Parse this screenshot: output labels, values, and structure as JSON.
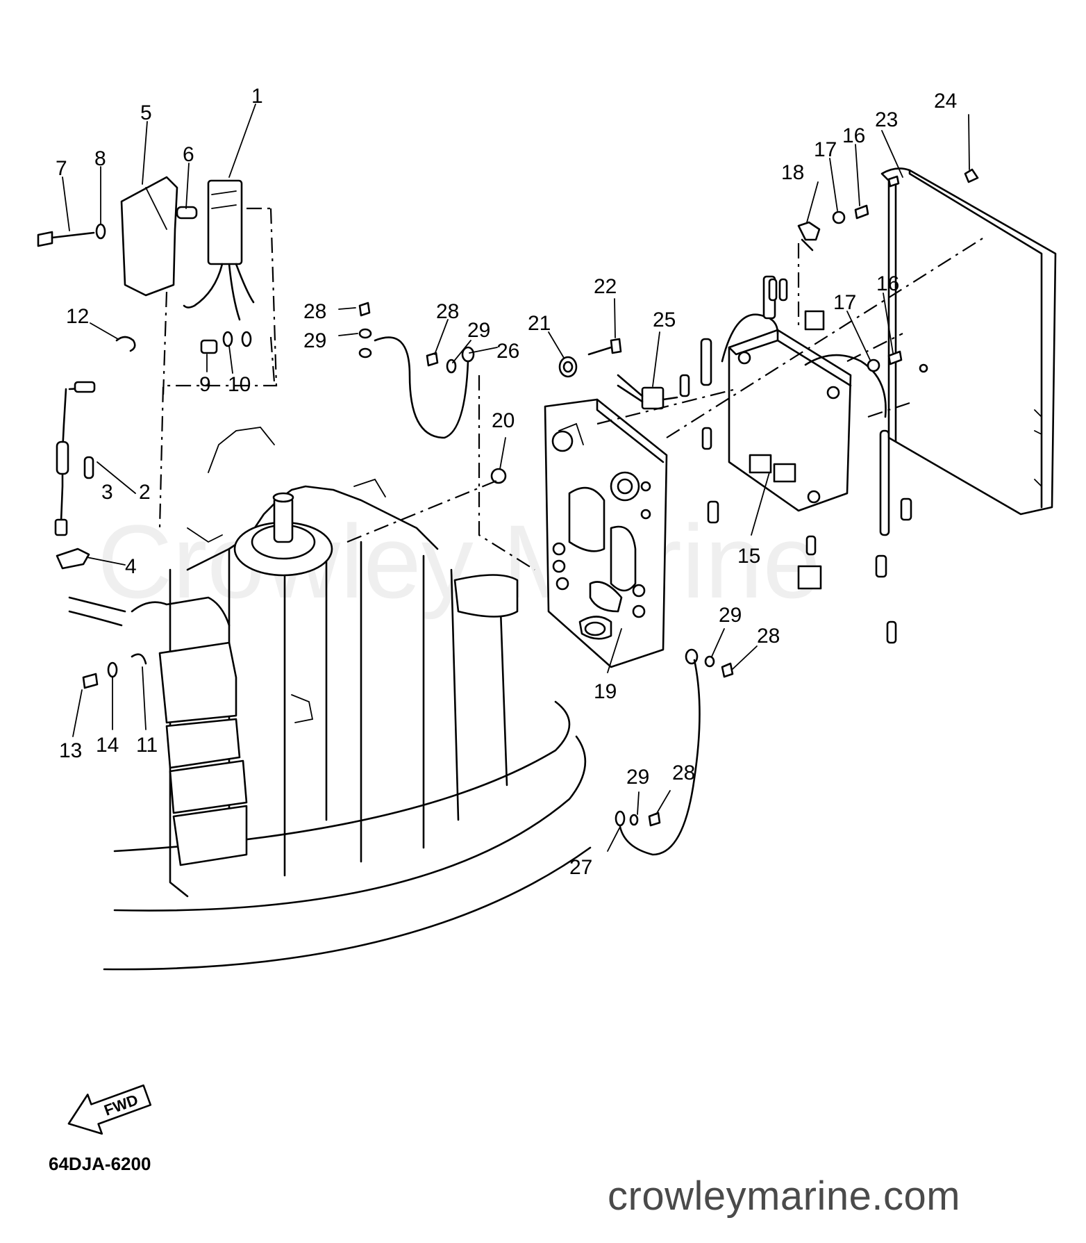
{
  "diagram": {
    "watermark": "Crowley Marine",
    "code": "64DJA-6200",
    "fwd_label": "FWD",
    "site_url": "crowleymarine.com",
    "callouts": [
      {
        "id": "c1",
        "text": "1"
      },
      {
        "id": "c2",
        "text": "2"
      },
      {
        "id": "c3",
        "text": "3"
      },
      {
        "id": "c4",
        "text": "4"
      },
      {
        "id": "c5",
        "text": "5"
      },
      {
        "id": "c6",
        "text": "6"
      },
      {
        "id": "c7",
        "text": "7"
      },
      {
        "id": "c8",
        "text": "8"
      },
      {
        "id": "c9",
        "text": "9"
      },
      {
        "id": "c10",
        "text": "10"
      },
      {
        "id": "c11",
        "text": "11"
      },
      {
        "id": "c12",
        "text": "12"
      },
      {
        "id": "c13",
        "text": "13"
      },
      {
        "id": "c14",
        "text": "14"
      },
      {
        "id": "c15",
        "text": "15"
      },
      {
        "id": "c16a",
        "text": "16"
      },
      {
        "id": "c16b",
        "text": "16"
      },
      {
        "id": "c17a",
        "text": "17"
      },
      {
        "id": "c17b",
        "text": "17"
      },
      {
        "id": "c18",
        "text": "18"
      },
      {
        "id": "c19",
        "text": "19"
      },
      {
        "id": "c20",
        "text": "20"
      },
      {
        "id": "c21",
        "text": "21"
      },
      {
        "id": "c22",
        "text": "22"
      },
      {
        "id": "c23",
        "text": "23"
      },
      {
        "id": "c24",
        "text": "24"
      },
      {
        "id": "c25",
        "text": "25"
      },
      {
        "id": "c26",
        "text": "26"
      },
      {
        "id": "c27",
        "text": "27"
      },
      {
        "id": "c28a",
        "text": "28"
      },
      {
        "id": "c28b",
        "text": "28"
      },
      {
        "id": "c28c",
        "text": "28"
      },
      {
        "id": "c28d",
        "text": "28"
      },
      {
        "id": "c29a",
        "text": "29"
      },
      {
        "id": "c29b",
        "text": "29"
      },
      {
        "id": "c29c",
        "text": "29"
      },
      {
        "id": "c29d",
        "text": "29"
      }
    ]
  }
}
